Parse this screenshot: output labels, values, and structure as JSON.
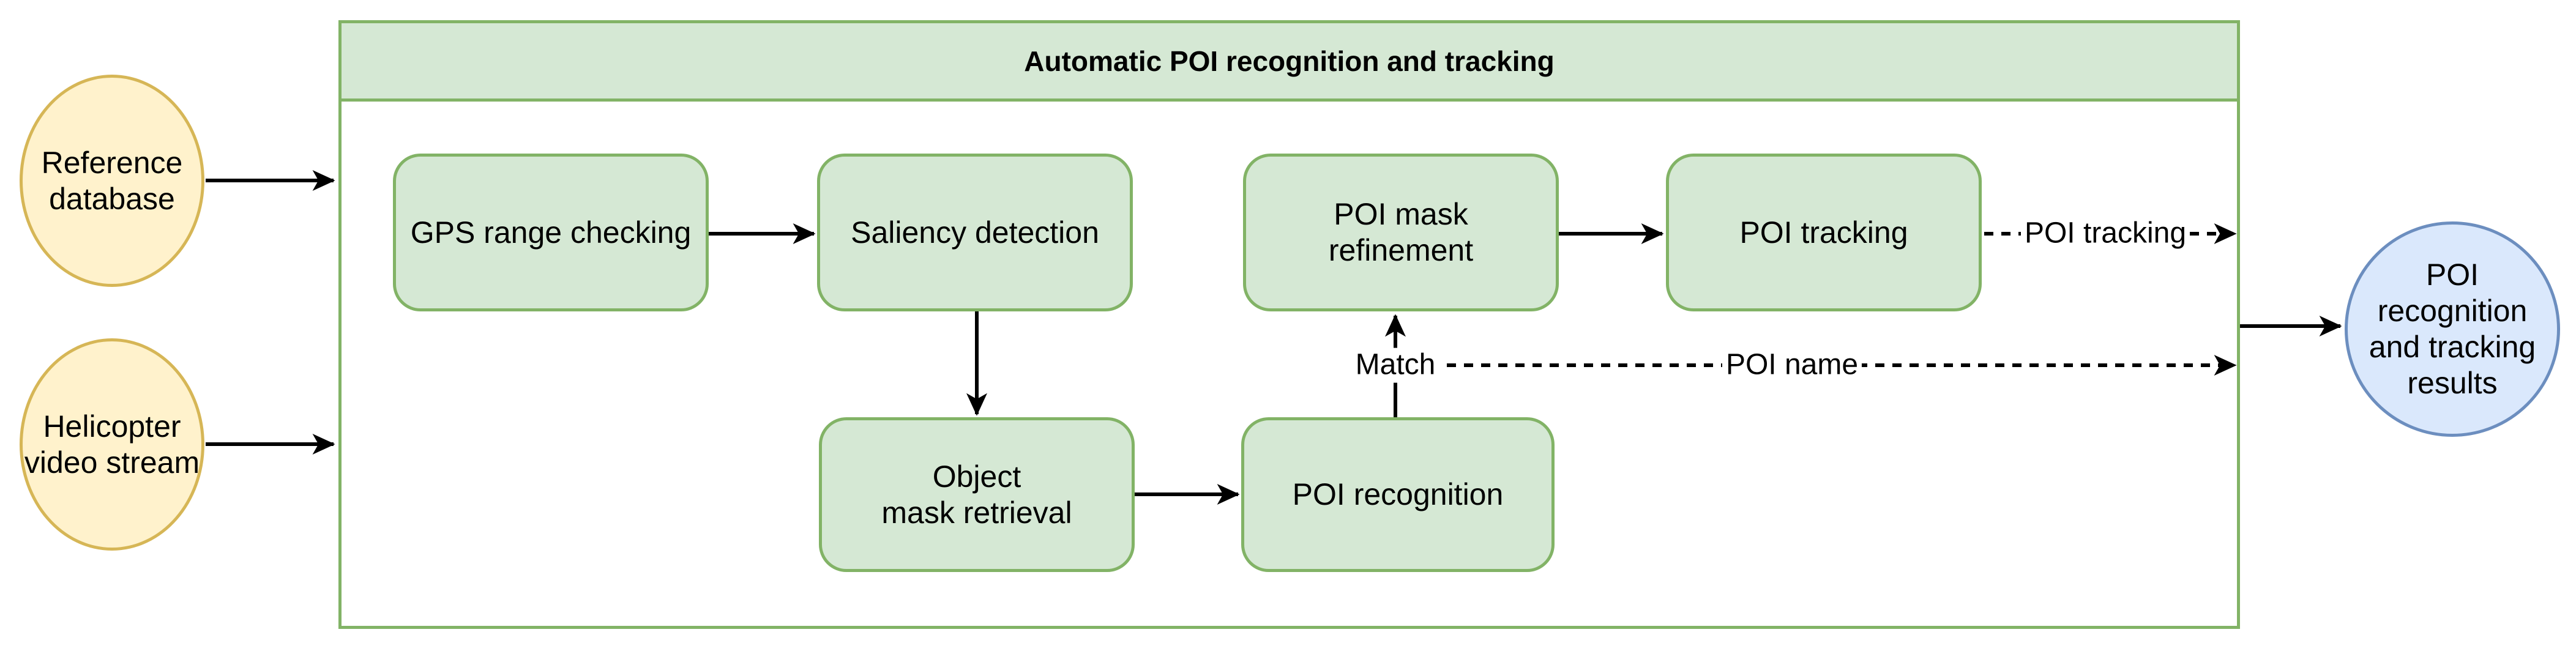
{
  "diagram": {
    "title": "Automatic POI recognition and tracking",
    "inputs": [
      {
        "id": "reference-database",
        "label": "Reference\ndatabase"
      },
      {
        "id": "helicopter-video-stream",
        "label": "Helicopter\nvideo stream"
      }
    ],
    "processes": [
      {
        "id": "gps-range-checking",
        "label": "GPS range checking"
      },
      {
        "id": "saliency-detection",
        "label": "Saliency detection"
      },
      {
        "id": "poi-mask-refinement",
        "label": "POI mask\nrefinement"
      },
      {
        "id": "poi-tracking",
        "label": "POI tracking"
      },
      {
        "id": "object-mask-retrieval",
        "label": "Object\nmask retrieval"
      },
      {
        "id": "poi-recognition",
        "label": "POI recognition"
      }
    ],
    "output": {
      "id": "poi-results",
      "label": "POI\nrecognition\nand tracking\nresults"
    },
    "edge_labels": {
      "match": "Match",
      "poi_name": "POI name",
      "poi_tracking": "POI tracking"
    },
    "colors": {
      "process_fill": "#d5e8d4",
      "process_stroke": "#82b366",
      "input_fill": "#fff2cc",
      "input_stroke": "#d6b656",
      "output_fill": "#dae8fc",
      "output_stroke": "#6c8ebf",
      "arrow": "#000000"
    }
  }
}
